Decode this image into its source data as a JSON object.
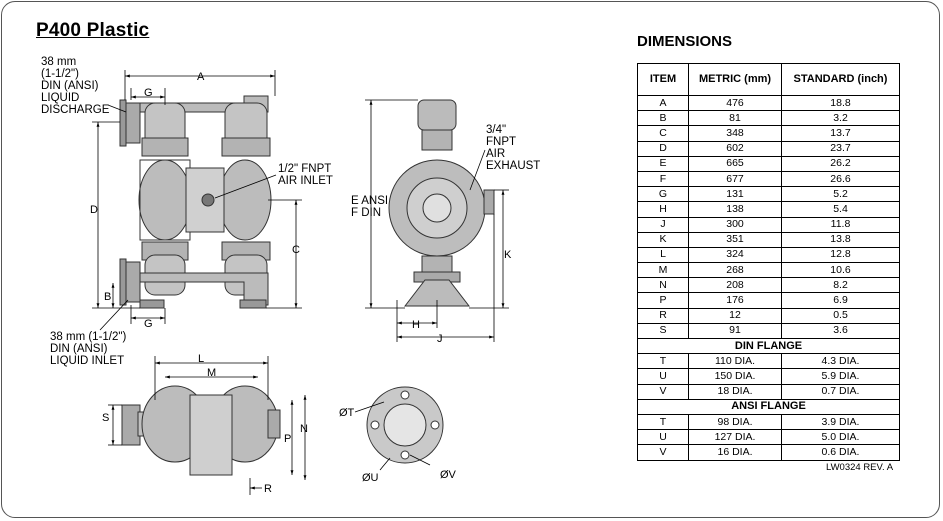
{
  "title": "P400 Plastic",
  "dimensions_heading": "DIMENSIONS",
  "table": {
    "headers": [
      "ITEM",
      "METRIC (mm)",
      "STANDARD (inch)"
    ],
    "rows": [
      [
        "A",
        "476",
        "18.8"
      ],
      [
        "B",
        "81",
        "3.2"
      ],
      [
        "C",
        "348",
        "13.7"
      ],
      [
        "D",
        "602",
        "23.7"
      ],
      [
        "E",
        "665",
        "26.2"
      ],
      [
        "F",
        "677",
        "26.6"
      ],
      [
        "G",
        "131",
        "5.2"
      ],
      [
        "H",
        "138",
        "5.4"
      ],
      [
        "J",
        "300",
        "11.8"
      ],
      [
        "K",
        "351",
        "13.8"
      ],
      [
        "L",
        "324",
        "12.8"
      ],
      [
        "M",
        "268",
        "10.6"
      ],
      [
        "N",
        "208",
        "8.2"
      ],
      [
        "P",
        "176",
        "6.9"
      ],
      [
        "R",
        "12",
        "0.5"
      ],
      [
        "S",
        "91",
        "3.6"
      ]
    ],
    "din_heading": "DIN FLANGE",
    "din_rows": [
      [
        "T",
        "110 DIA.",
        "4.3 DIA."
      ],
      [
        "U",
        "150 DIA.",
        "5.9 DIA."
      ],
      [
        "V",
        "18 DIA.",
        "0.7 DIA."
      ]
    ],
    "ansi_heading": "ANSI FLANGE",
    "ansi_rows": [
      [
        "T",
        "98 DIA.",
        "3.9 DIA."
      ],
      [
        "U",
        "127 DIA.",
        "5.0 DIA."
      ],
      [
        "V",
        "16 DIA.",
        "0.6 DIA."
      ]
    ]
  },
  "revision": "LW0324  REV. A",
  "callouts": {
    "discharge": [
      "38 mm",
      "(1-1/2\")",
      "DIN (ANSI)",
      "LIQUID",
      "DISCHARGE"
    ],
    "air_inlet": [
      "1/2\" FNPT",
      "AIR INLET"
    ],
    "exhaust": [
      "3/4\"",
      "FNPT",
      "AIR",
      "EXHAUST"
    ],
    "inlet": [
      "38 mm (1-1/2\")",
      "DIN (ANSI)",
      "LIQUID INLET"
    ],
    "e_f": [
      "E ANSI",
      "F DIN"
    ]
  },
  "dim_letters": {
    "A": "A",
    "B": "B",
    "C": "C",
    "D": "D",
    "G": "G",
    "H": "H",
    "J": "J",
    "K": "K",
    "L": "L",
    "M": "M",
    "N": "N",
    "P": "P",
    "R": "R",
    "S": "S",
    "T": "ØT",
    "U": "ØU",
    "V": "ØV"
  }
}
